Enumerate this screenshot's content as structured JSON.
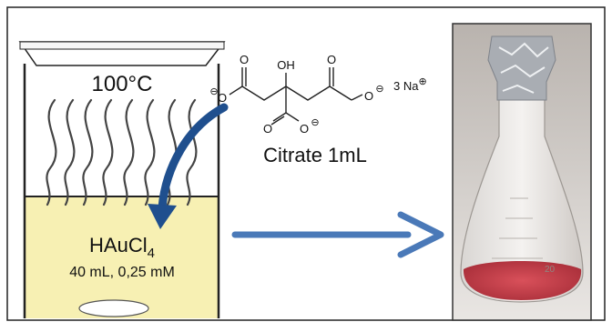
{
  "beaker": {
    "temperature": "100°C",
    "reagent": "HAuCl",
    "reagent_subscript": "4",
    "amount": "40 mL, 0,25 mM"
  },
  "citrate": {
    "label": "Citrate 1mL",
    "counter_ion": "3 Na",
    "counter_ion_charge": "⊕",
    "atoms": {
      "oxygen": "O",
      "hydroxyl": "OH",
      "anion": "⊖"
    }
  },
  "photo": {
    "graduation_mark": "20",
    "liquid_color": "#c4404a",
    "foil_color": "#a9adb3"
  },
  "colors": {
    "frame": "#222222",
    "solution": "#f7f0b3",
    "arrow": "#4a79b8",
    "curved_arrow": "#1f4f8e"
  }
}
